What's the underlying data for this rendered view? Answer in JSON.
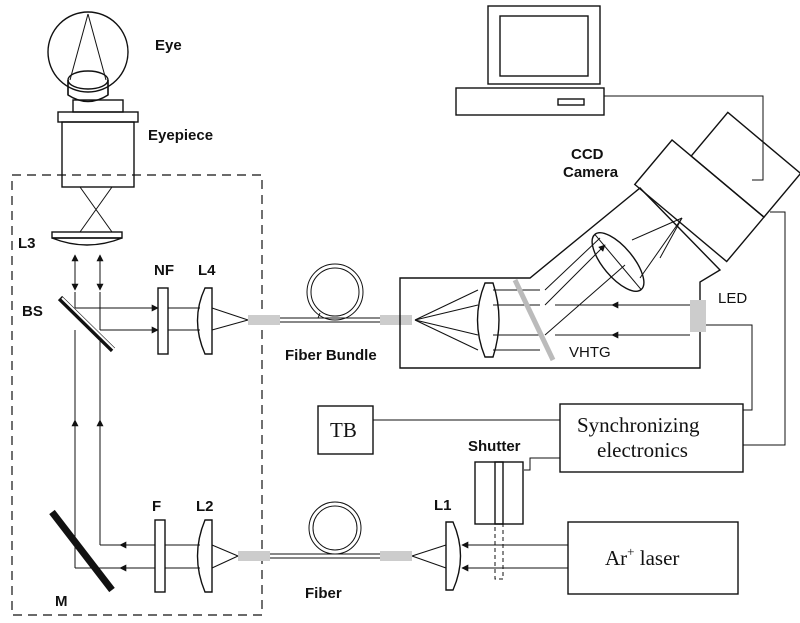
{
  "labels": {
    "eye": "Eye",
    "eyepiece": "Eyepiece",
    "l3": "L3",
    "bs": "BS",
    "nf": "NF",
    "l4": "L4",
    "fiber_bundle": "Fiber Bundle",
    "ccd_camera_line1": "CCD",
    "ccd_camera_line2": "Camera",
    "led": "LED",
    "vhtg": "VHTG",
    "tb": "TB",
    "synchronizing_line1": "Synchronizing",
    "synchronizing_line2": "electronics",
    "shutter": "Shutter",
    "l1": "L1",
    "laser_main": "Ar",
    "laser_sup": "+",
    "laser_rest": " laser",
    "f": "F",
    "l2": "L2",
    "m": "M",
    "fiber": "Fiber"
  }
}
